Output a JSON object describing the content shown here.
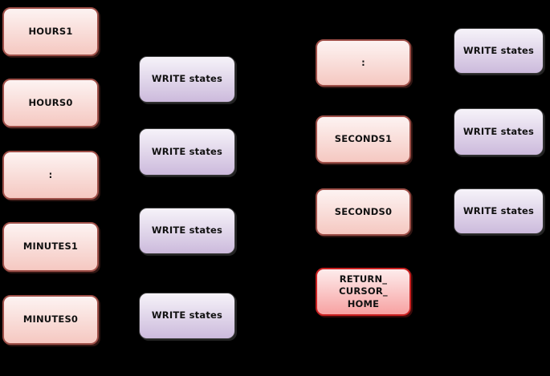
{
  "diagram": {
    "background": "#000000",
    "colors": {
      "state-fill-top": "#fdf3f2",
      "state-fill-bottom": "#f5c8c1",
      "state-border": "#9e4f48",
      "final-fill-top": "#fdecec",
      "final-fill-bottom": "#f7a2a2",
      "final-border": "#ca2121",
      "write-fill-top": "#f6f3f9",
      "write-fill-bottom": "#ccbadc",
      "write-border": "#3a3a3a",
      "text": "#111111"
    },
    "nodes": [
      {
        "label": "HOURS1",
        "type": "state"
      },
      {
        "label": "HOURS0",
        "type": "state"
      },
      {
        "label": ":",
        "type": "state"
      },
      {
        "label": "MINUTES1",
        "type": "state"
      },
      {
        "label": "MINUTES0",
        "type": "state"
      },
      {
        "label": "WRITE states",
        "type": "write"
      },
      {
        "label": "WRITE states",
        "type": "write"
      },
      {
        "label": "WRITE states",
        "type": "write"
      },
      {
        "label": "WRITE states",
        "type": "write"
      },
      {
        "label": ":",
        "type": "state"
      },
      {
        "label": "SECONDS1",
        "type": "state"
      },
      {
        "label": "SECONDS0",
        "type": "state"
      },
      {
        "label": "RETURN_\nCURSOR_\nHOME",
        "type": "final"
      },
      {
        "label": "WRITE states",
        "type": "write"
      },
      {
        "label": "WRITE states",
        "type": "write"
      },
      {
        "label": "WRITE states",
        "type": "write"
      }
    ]
  }
}
